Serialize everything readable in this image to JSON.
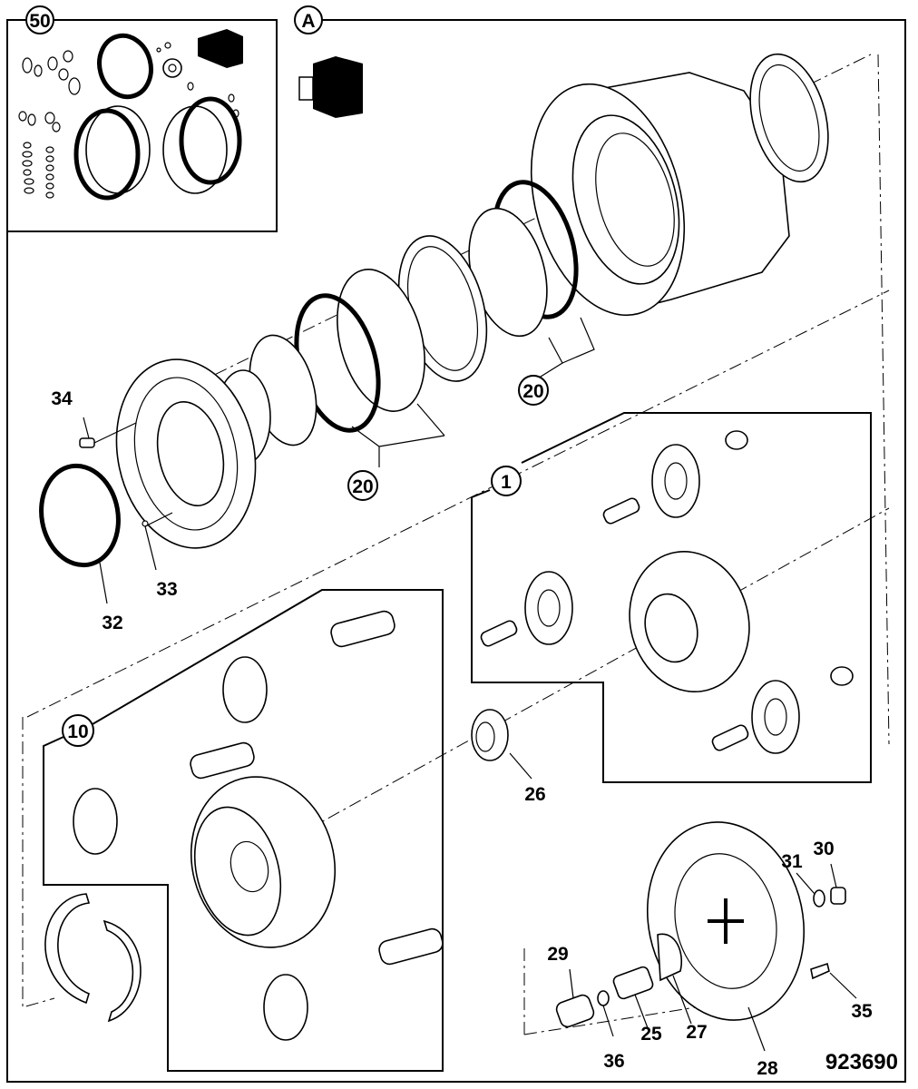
{
  "diagram": {
    "figure_number": "923690",
    "callouts": {
      "kit_50": "50",
      "view_a": "A",
      "assembly_1": "1",
      "assembly_10": "10",
      "group_20a": "20",
      "group_20b": "20"
    },
    "part_labels": {
      "p34": "34",
      "p33": "33",
      "p32": "32",
      "p26": "26",
      "p29": "29",
      "p36": "36",
      "p25": "25",
      "p27": "27",
      "p28": "28",
      "p31": "31",
      "p30": "30",
      "p35": "35"
    }
  }
}
